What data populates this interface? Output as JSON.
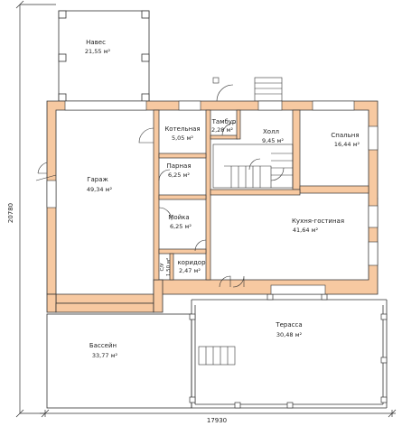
{
  "colors": {
    "wall": "#f7c9a1",
    "line": "#333333",
    "background": "#ffffff"
  },
  "rooms": {
    "naves": {
      "name": "Навес",
      "area": "21,55 м²"
    },
    "garazh": {
      "name": "Гараж",
      "area": "49,34 м²"
    },
    "kotelnaya": {
      "name": "Котельная",
      "area": "5,05 м²"
    },
    "tambur": {
      "name": "Тамбур",
      "area": "2,28 м²"
    },
    "holl": {
      "name": "Холл",
      "area": "9,45 м²"
    },
    "spalnya": {
      "name": "Спальня",
      "area": "16,44 м²"
    },
    "parnaya": {
      "name": "Парная",
      "area": "6,25 м²"
    },
    "moyka": {
      "name": "Мойка",
      "area": "6,25 м²"
    },
    "kuhnya": {
      "name": "Кухня-гостиная",
      "area": "41,64 м²"
    },
    "koridor": {
      "name": "коридор",
      "area": "2,47 м²"
    },
    "su": {
      "name": "С/У",
      "area": "1,50 м²"
    },
    "terrasa": {
      "name": "Терасса",
      "area": "30,48 м²"
    },
    "basseyn": {
      "name": "Бассейн",
      "area": "33,77 м²"
    }
  },
  "dimensions": {
    "width": "17930",
    "height": "20780"
  }
}
